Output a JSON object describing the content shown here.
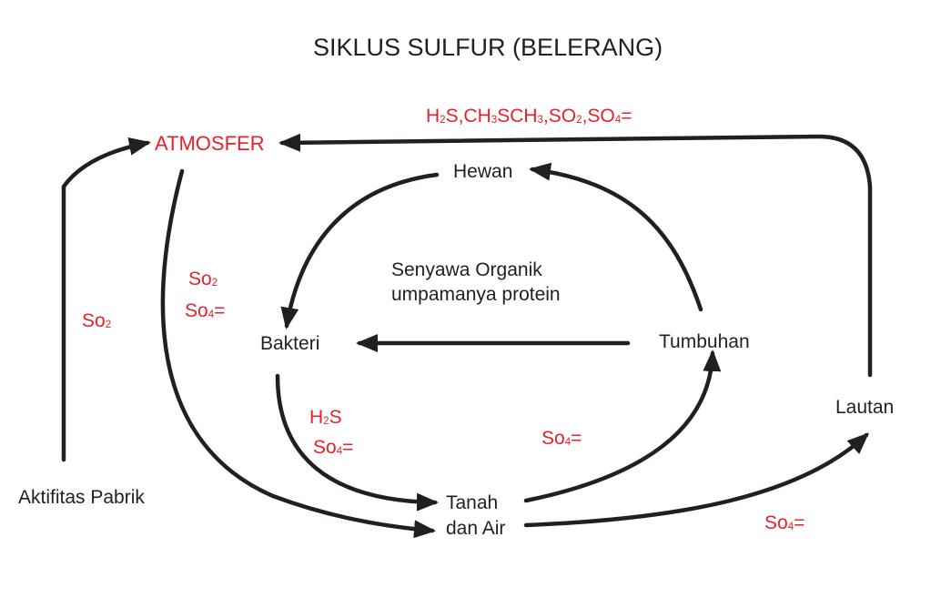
{
  "title": "SIKLUS SULFUR (BELERANG)",
  "colors": {
    "text": "#231f20",
    "accent": "#e8212b",
    "arrow": "#231f20"
  },
  "nodes": {
    "atmosfer": "ATMOSFER",
    "hewan": "Hewan",
    "bakteri": "Bakteri",
    "tumbuhan": "Tumbuhan",
    "lautan": "Lautan",
    "aktifitas_pabrik": "Aktifitas Pabrik",
    "tanah_line1": "Tanah",
    "tanah_line2": "dan Air"
  },
  "center_text": {
    "line1": "Senyawa Organik",
    "line2": "umpamanya protein"
  },
  "labels": {
    "top": [
      {
        "t": "H"
      },
      {
        "t": "2",
        "sub": true
      },
      {
        "t": "S,CH"
      },
      {
        "t": "3",
        "sub": true
      },
      {
        "t": "SCH"
      },
      {
        "t": "3",
        "sub": true
      },
      {
        "t": ",SO"
      },
      {
        "t": "2",
        "sub": true
      },
      {
        "t": ",SO"
      },
      {
        "t": "4",
        "sub": true
      },
      {
        "t": "="
      }
    ],
    "atm_so2": [
      {
        "t": "So"
      },
      {
        "t": "2",
        "sub": true
      }
    ],
    "atm_so4": [
      {
        "t": "So"
      },
      {
        "t": "4",
        "sub": true
      },
      {
        "t": "="
      }
    ],
    "pabrik_so2": [
      {
        "t": "So"
      },
      {
        "t": "2",
        "sub": true
      }
    ],
    "bak_h2s": [
      {
        "t": "H"
      },
      {
        "t": "2",
        "sub": true
      },
      {
        "t": "S"
      }
    ],
    "bak_so4": [
      {
        "t": "So"
      },
      {
        "t": "4",
        "sub": true
      },
      {
        "t": "="
      }
    ],
    "tumbuhan_so4": [
      {
        "t": "So"
      },
      {
        "t": "4",
        "sub": true
      },
      {
        "t": "="
      }
    ],
    "laut_so4": [
      {
        "t": "So"
      },
      {
        "t": "4",
        "sub": true
      },
      {
        "t": "="
      }
    ]
  }
}
